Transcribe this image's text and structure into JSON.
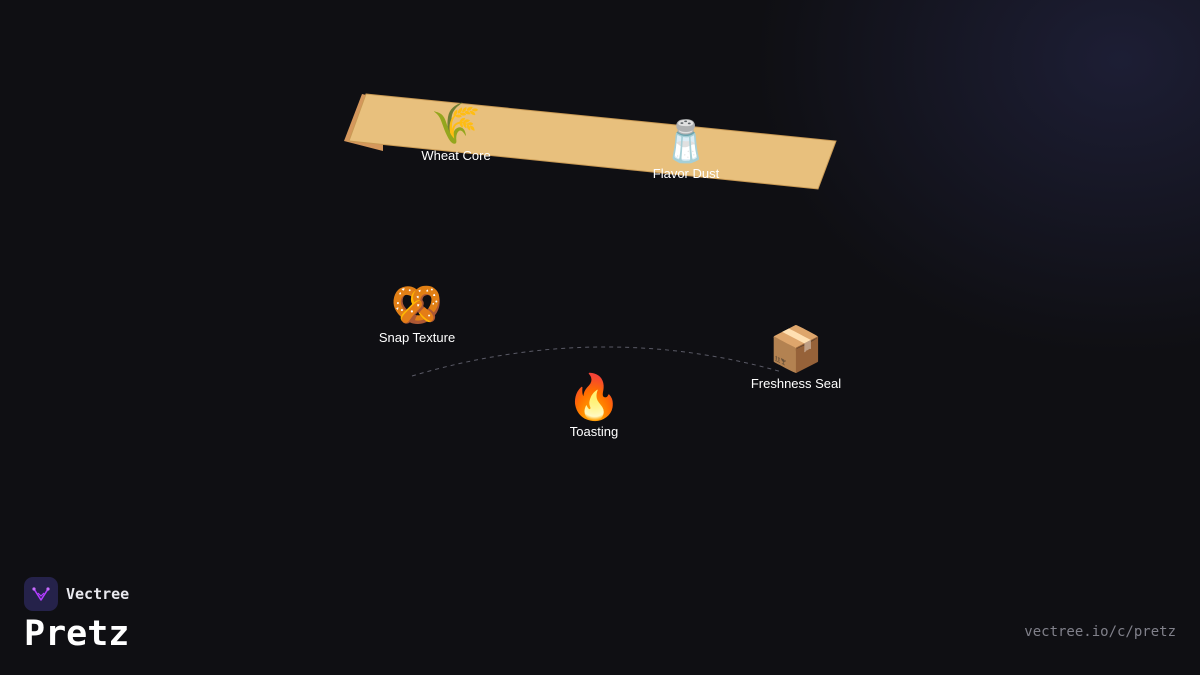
{
  "brand": {
    "name": "Vectree",
    "logo_icon": "vectree-logo-icon",
    "accent": "#b13cff"
  },
  "product": {
    "title": "Pretz"
  },
  "footer": {
    "url": "vectree.io/c/pretz"
  },
  "colors": {
    "background": "#0f0f13",
    "slab_top": "#e8c07d",
    "slab_edge": "#c98a4b",
    "label_text": "#ffffff",
    "muted_text": "#80808a"
  },
  "nodes": [
    {
      "id": "wheat-core",
      "label": "Wheat Core",
      "icon": "wheat-icon",
      "glyph": "🌾"
    },
    {
      "id": "flavor-dust",
      "label": "Flavor Dust",
      "icon": "salt-shaker-icon",
      "glyph": "🧂"
    },
    {
      "id": "snap-texture",
      "label": "Snap Texture",
      "icon": "pretzel-icon",
      "glyph": "🥨"
    },
    {
      "id": "toasting",
      "label": "Toasting",
      "icon": "fire-icon",
      "glyph": "🔥"
    },
    {
      "id": "freshness-seal",
      "label": "Freshness Seal",
      "icon": "package-icon",
      "glyph": "📦"
    }
  ]
}
